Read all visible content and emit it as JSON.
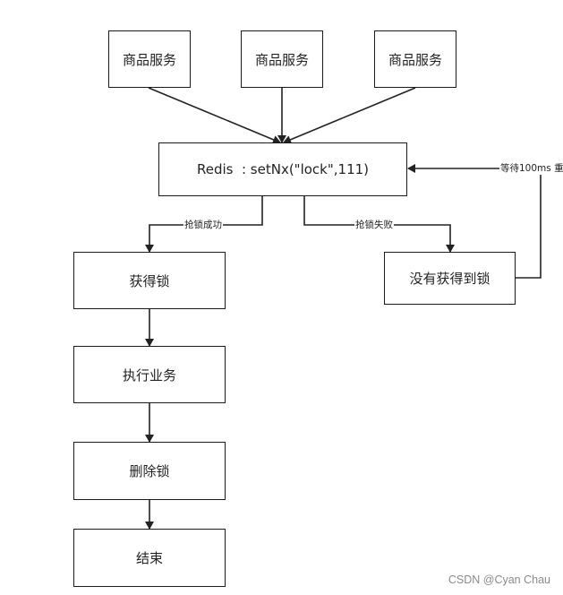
{
  "nodes": {
    "service_1": "商品服务",
    "service_2": "商品服务",
    "service_3": "商品服务",
    "redis": "Redis  : setNx(\"lock\",111)",
    "got_lock": "获得锁",
    "no_lock": "没有获得到锁",
    "execute": "执行业务",
    "delete_lock": "删除锁",
    "end": "结束"
  },
  "edges": {
    "success": "抢锁成功",
    "fail": "抢锁失败",
    "retry": "等待100ms 重"
  },
  "watermark": "CSDN @Cyan Chau"
}
